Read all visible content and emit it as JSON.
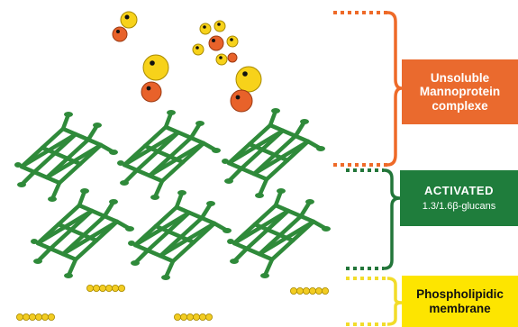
{
  "labels": {
    "mannoprotein": {
      "line1": "Unsoluble",
      "line2": "Mannoprotein",
      "line3": "complexe"
    },
    "glucans": {
      "line1": "ACTIVATED",
      "line2": "1.3/1.6β-glucans"
    },
    "membrane": {
      "line1": "Phospholipidic",
      "line2": "membrane"
    }
  },
  "colors": {
    "mannoprotein_box": "#ea6a2e",
    "glucans_box": "#1f7d3c",
    "membrane_box": "#fde500",
    "bracket_orange": "#ee6a28",
    "bracket_green": "#23763a",
    "bracket_yellow": "#f2dc2a",
    "glucan_lattice": "#2f8a3a",
    "protein_yellow": "#f7d21a",
    "protein_orange": "#e8622a",
    "lipid_bead": "#f2cc22"
  },
  "icons": {
    "mannoprotein": "yellow-orange-protein-cluster",
    "glucan": "green-branched-lattice",
    "lipid": "yellow-bead-chain"
  }
}
